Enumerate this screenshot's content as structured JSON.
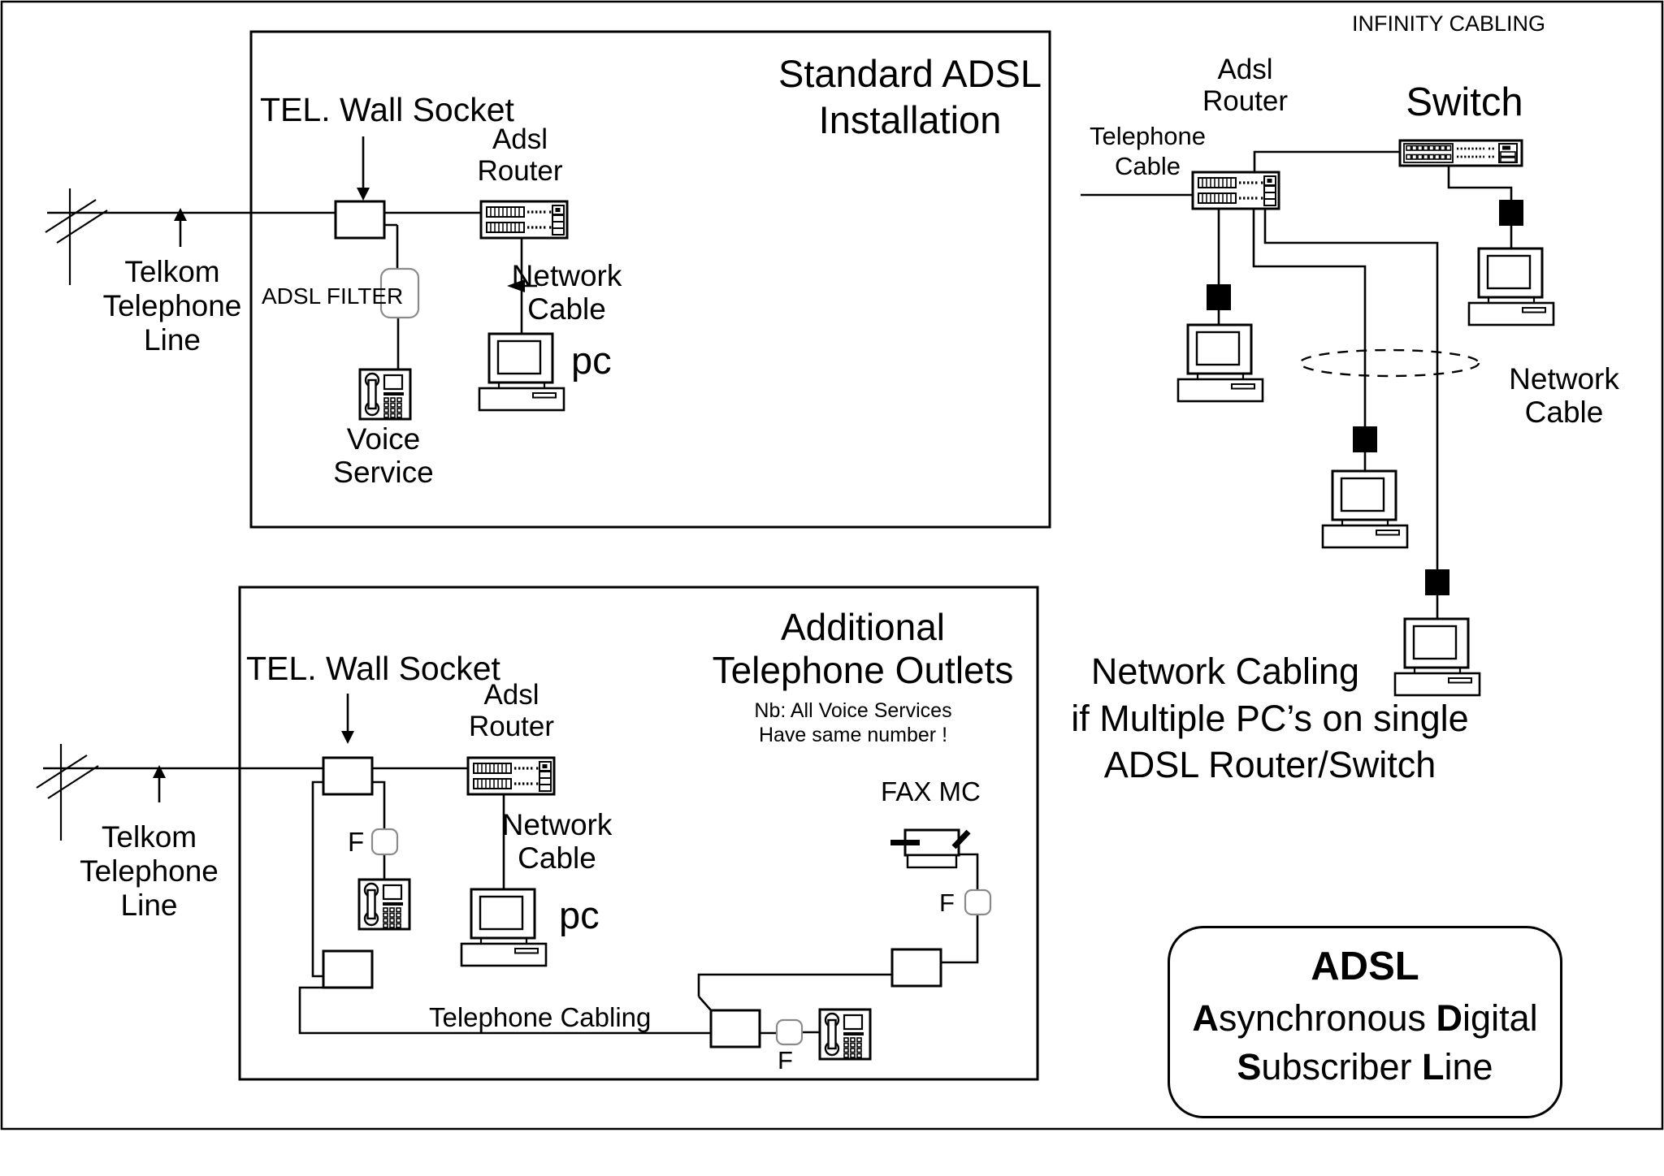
{
  "header": {
    "infinity_cabling": "INFINITY CABLING"
  },
  "standard_box": {
    "title1": "Standard ADSL",
    "title2": "Installation",
    "tel_wall_socket": "TEL. Wall Socket",
    "adsl1": "Adsl",
    "adsl2": "Router",
    "adsl_filter": "ADSL FILTER",
    "voice1": "Voice",
    "voice2": "Service",
    "net1": "Network",
    "net2": "Cable",
    "pc": "pc",
    "telkom1": "Telkom",
    "telkom2": "Telephone",
    "telkom3": "Line"
  },
  "additional_box": {
    "title1": "Additional",
    "title2": "Telephone Outlets",
    "note1": "Nb: All Voice Services",
    "note2": "Have same number !",
    "tel_wall_socket": "TEL. Wall Socket",
    "adsl1": "Adsl",
    "adsl2": "Router",
    "net1": "Network",
    "net2": "Cable",
    "pc": "pc",
    "telkom1": "Telkom",
    "telkom2": "Telephone",
    "telkom3": "Line",
    "filter_f": "F",
    "fax_mc": "FAX MC",
    "fax_filter_f": "F",
    "phone_filter_f": "F",
    "telephone_cabling": "Telephone Cabling"
  },
  "network_section": {
    "adsl1": "Adsl",
    "adsl2": "Router",
    "switch": "Switch",
    "telcable1": "Telephone",
    "telcable2": "Cable",
    "netcable1": "Network",
    "netcable2": "Cable",
    "caption1": "Network Cabling",
    "caption2": "if Multiple PC’s on single",
    "caption3": "ADSL Router/Switch"
  },
  "adsl_def": {
    "acronym": "ADSL",
    "w1i": "A",
    "w1r": "synchronous",
    "w2i": "D",
    "w2r": "igital",
    "w3i": "S",
    "w3r": "ubscriber",
    "w4i": "L",
    "w4r": "ine"
  }
}
